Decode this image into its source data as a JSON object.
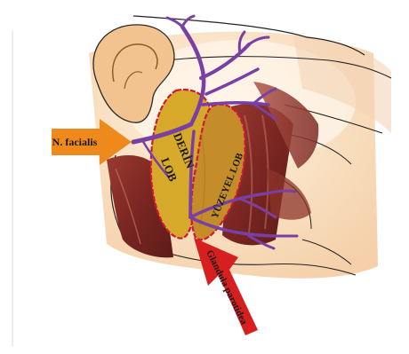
{
  "labels": {
    "nerve": "N. facialis",
    "deep_lobe_top": "DERİN",
    "deep_lobe_bottom": "LOB",
    "superficial_lobe": "YÜZEYEL LOB",
    "gland": "Glandula parotidea"
  },
  "colors": {
    "nerve": "#7a3fa2",
    "gland": "#d8ab2a",
    "gland_border": "#d0173a",
    "muscle": "#7a2622",
    "skin": "#f2c79a",
    "nerve_arrow": "#ee8a1c",
    "gland_arrow": "#d62020"
  }
}
